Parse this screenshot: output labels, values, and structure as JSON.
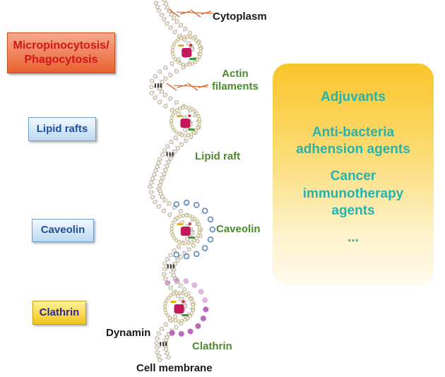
{
  "pathways": {
    "macropinocytosis": "Micropinocytosis/\nPhagocytosis",
    "lipid_rafts": "Lipid rafts",
    "caveolin": "Caveolin",
    "clathrin": "Clathrin"
  },
  "labels": {
    "cytoplasm": "Cytoplasm",
    "actin_filaments": "Actin\nfilaments",
    "lipid_raft": "Lipid raft",
    "caveolin": "Caveolin",
    "dynamin": "Dynamin",
    "clathrin": "Clathrin",
    "cell_membrane": "Cell membrane"
  },
  "applications": [
    "Adjuvants",
    "Anti-bacteria\nadhension agents",
    "Cancer\nimmunotherapy\nagents",
    "..."
  ],
  "colors": {
    "macro_text": "#d3141b",
    "blue_box_text": "#1d4f9c",
    "clathrin_box_text": "#2e2a8c",
    "label_green": "#4c8a2e",
    "panel_text": "#25b3b0",
    "actin": "#e0703a",
    "caveolin_coat": "#5a88c4",
    "clathrin_coat": "#b45ab4"
  },
  "icons": [
    "vesicle-icon",
    "actin-filament-icon",
    "caveolin-coat-icon",
    "clathrin-coat-icon",
    "dynamin-ring-icon",
    "lipid-bilayer-icon"
  ]
}
